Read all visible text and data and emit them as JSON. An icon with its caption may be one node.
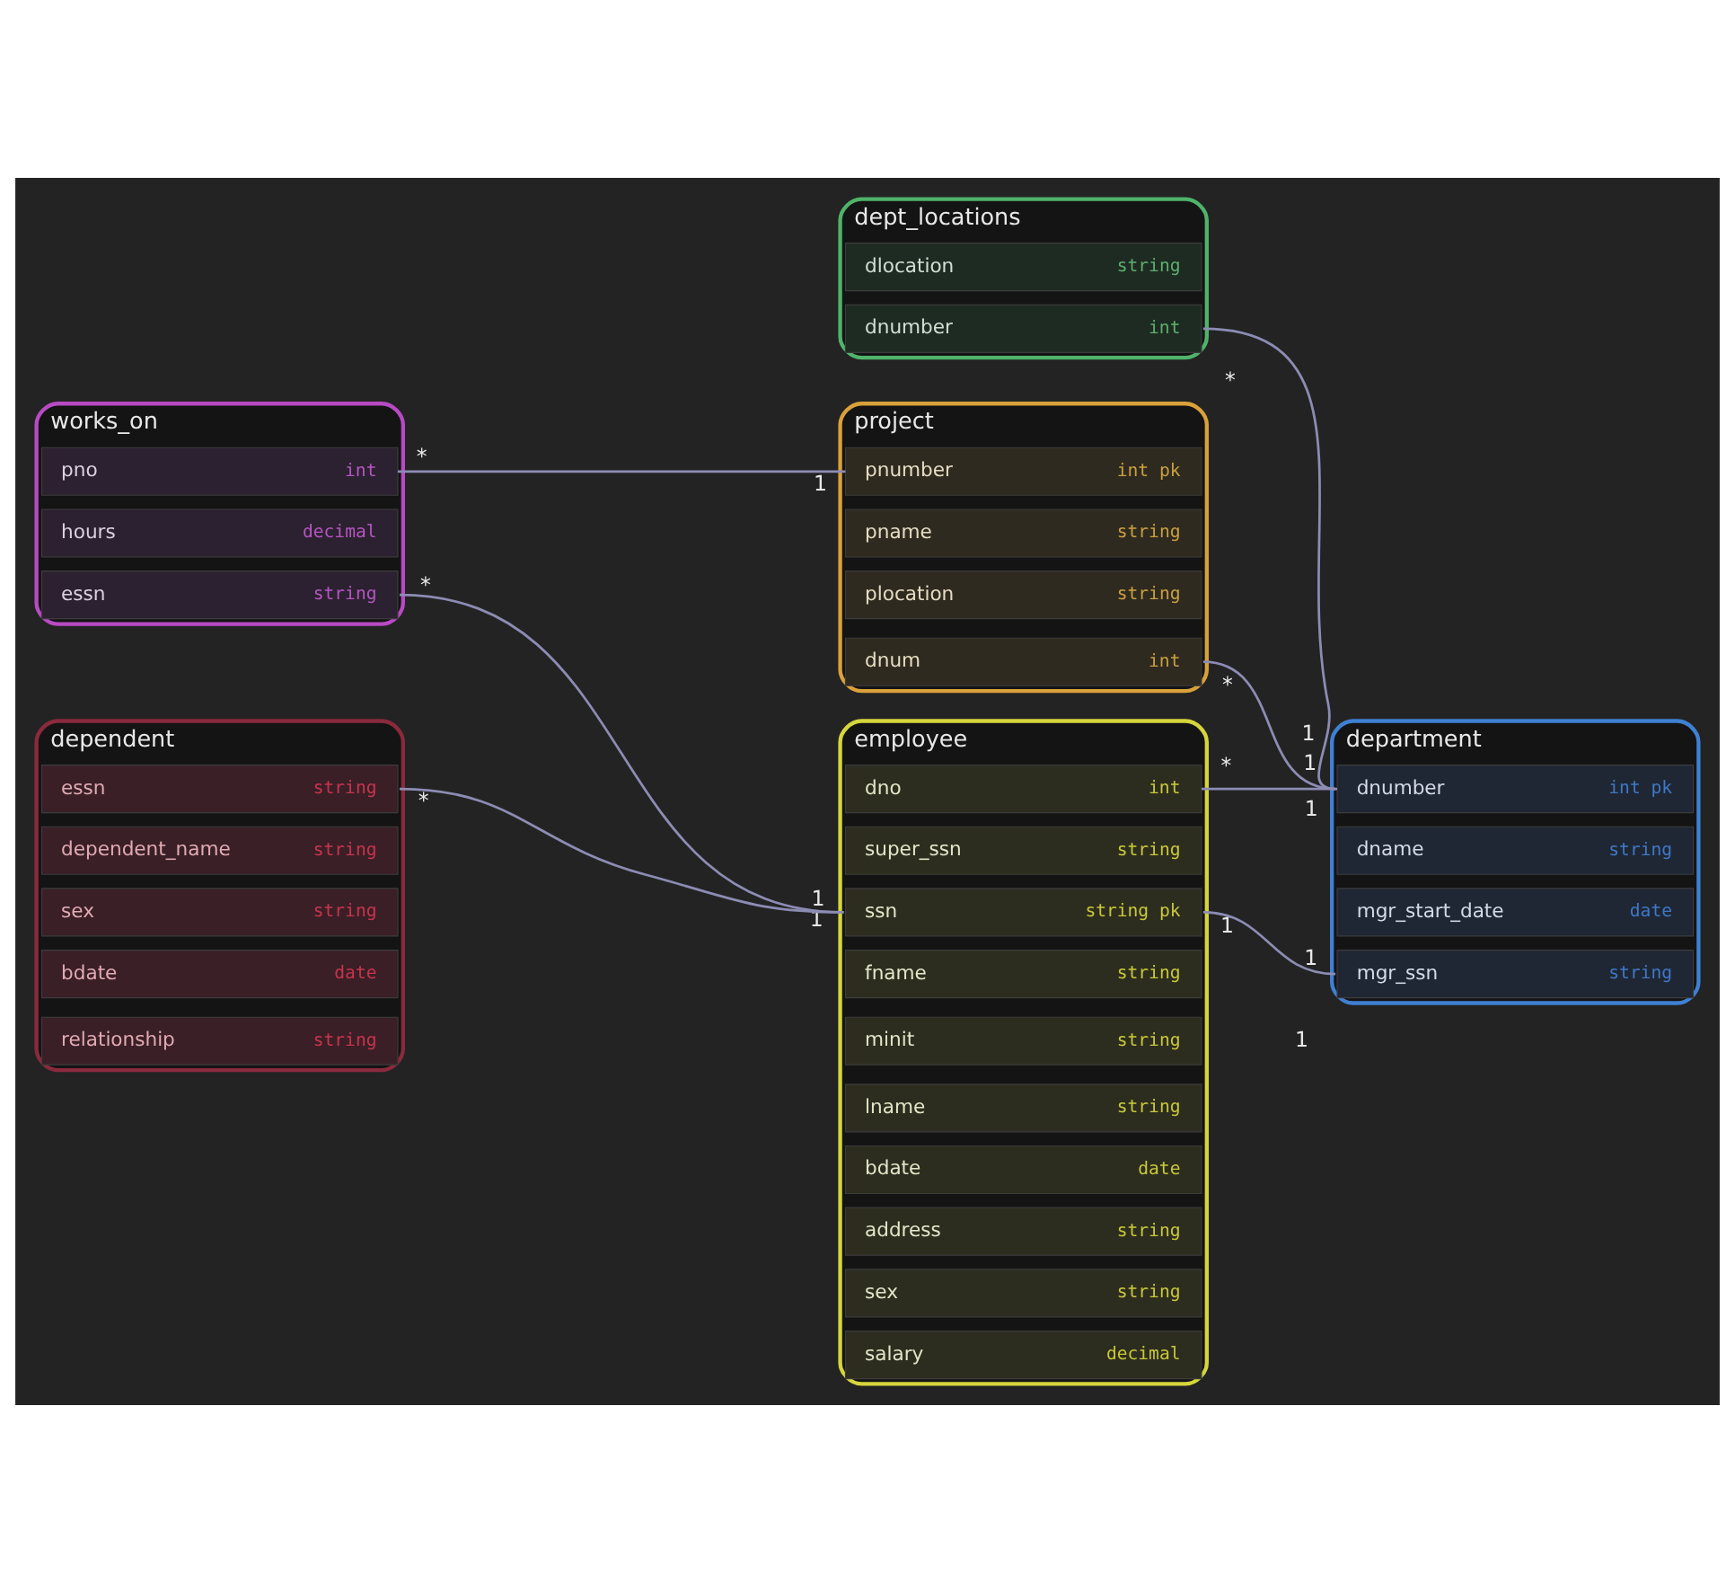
{
  "diagram": {
    "nodes": [
      {
        "text": [
          "dept_locations"
        ]
      },
      {
        "text": [
          "dlocation",
          "string"
        ],
        "in": 0
      },
      {
        "text": [
          "dnumber",
          "int"
        ],
        "in": 0
      },
      {
        "text": [
          "project"
        ]
      },
      {
        "text": [
          "pnumber",
          "int pk"
        ],
        "in": 3
      },
      {
        "text": [
          "pname",
          "string"
        ],
        "in": 3
      },
      {
        "text": [
          "plocation",
          "string"
        ],
        "in": 3
      },
      {
        "text": [
          "dnum",
          "int"
        ],
        "in": 3
      },
      {
        "text": [
          "works_on"
        ]
      },
      {
        "text": [
          "pno",
          "int"
        ],
        "in": 8
      },
      {
        "text": [
          "hours",
          "decimal"
        ],
        "in": 8
      },
      {
        "text": [
          "essn",
          "string"
        ],
        "in": 8
      },
      {
        "text": [
          "department"
        ]
      },
      {
        "text": [
          "dnumber",
          "int pk"
        ],
        "in": 12
      },
      {
        "text": [
          "dname",
          "string"
        ],
        "in": 12
      },
      {
        "text": [
          "mgr_start_date",
          "date"
        ],
        "in": 12
      },
      {
        "text": [
          "mgr_ssn",
          "string"
        ],
        "in": 12
      },
      {
        "text": [
          "employee"
        ]
      },
      {
        "text": [
          "dno",
          "int"
        ],
        "in": 17
      },
      {
        "text": [
          "super_ssn",
          "string"
        ],
        "in": 17
      },
      {
        "text": [
          "ssn",
          "string pk"
        ],
        "in": 17
      },
      {
        "text": [
          "fname",
          "string"
        ],
        "in": 17
      },
      {
        "text": [
          "minit",
          "string"
        ],
        "in": 17
      },
      {
        "text": [
          "lname",
          "string"
        ],
        "in": 17
      },
      {
        "text": [
          "bdate",
          "date"
        ],
        "in": 17
      },
      {
        "text": [
          "address",
          "string"
        ],
        "in": 17
      },
      {
        "text": [
          "sex",
          "string"
        ],
        "in": 17
      },
      {
        "text": [
          "salary",
          "decimal"
        ],
        "in": 17
      },
      {
        "text": [
          "dependent"
        ]
      },
      {
        "text": [
          "essn",
          "string"
        ],
        "in": 28
      },
      {
        "text": [
          "dependent_name",
          "string"
        ],
        "in": 28
      },
      {
        "text": [
          "sex",
          "string"
        ],
        "in": 28
      },
      {
        "text": [
          "bdate",
          "date"
        ],
        "in": 28
      },
      {
        "text": [
          "relationship",
          "string"
        ],
        "in": 28
      }
    ],
    "edges": [
      {
        "from": 2,
        "to": 13,
        "arrow": "none"
      },
      {
        "from": 9,
        "to": 4,
        "arrow": "none"
      },
      {
        "from": 7,
        "to": 13,
        "arrow": "none"
      },
      {
        "from": 11,
        "to": 20,
        "arrow": "none"
      },
      {
        "from": 18,
        "to": 13,
        "arrow": "none"
      },
      {
        "from": 16,
        "to": 20,
        "arrow": "none"
      },
      {
        "from": 29,
        "to": 20,
        "arrow": "none"
      }
    ],
    "labels": [
      "*",
      "1",
      "*",
      "*",
      "*",
      "1",
      "1",
      "1",
      "*",
      "1",
      "1",
      "*",
      "1",
      "1",
      "1"
    ]
  }
}
